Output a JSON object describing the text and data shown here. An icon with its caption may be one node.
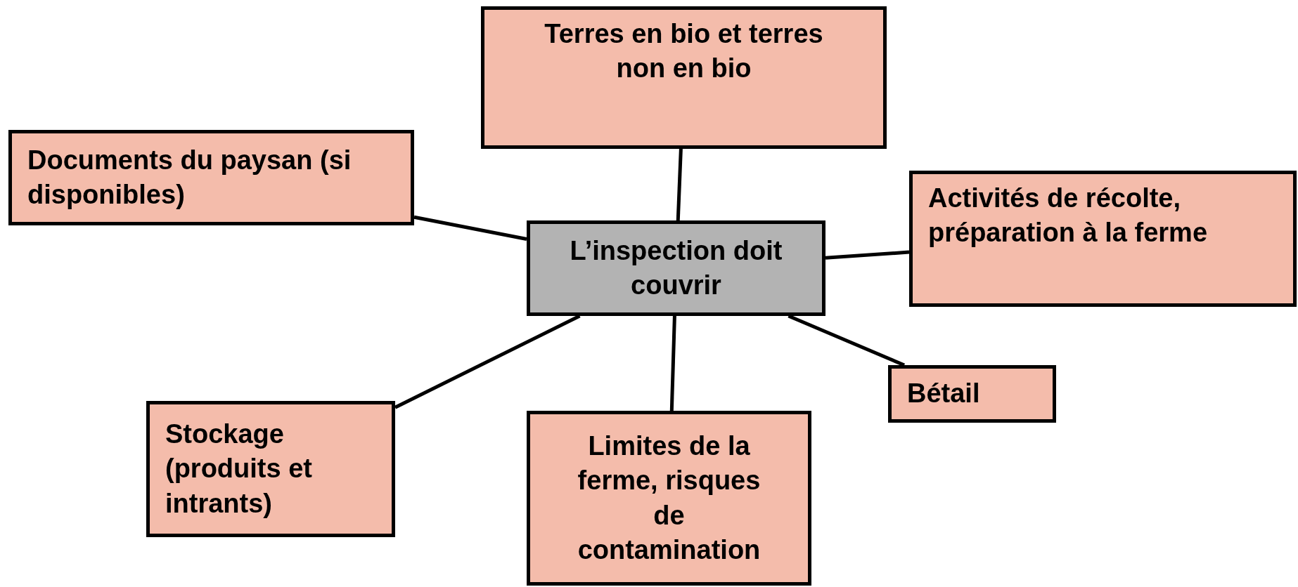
{
  "diagram": {
    "nodes": [
      {
        "text": [
          "Terres en bio et terres non en bio"
        ]
      },
      {
        "text": [
          "Documents du paysan (si disponibles)"
        ]
      },
      {
        "text": [
          "L’inspection doit couvrir"
        ]
      },
      {
        "text": [
          "Activités de récolte, préparation à la ferme"
        ]
      },
      {
        "text": [
          "Bétail"
        ]
      },
      {
        "text": [
          "Stockage (produits et intrants)"
        ]
      },
      {
        "text": [
          "Limites de la ferme, risques de contamination"
        ]
      }
    ],
    "edges": [
      {
        "from": 2,
        "to": 0,
        "arrow": "none"
      },
      {
        "from": 2,
        "to": 1,
        "arrow": "none"
      },
      {
        "from": 2,
        "to": 3,
        "arrow": "none"
      },
      {
        "from": 2,
        "to": 4,
        "arrow": "none"
      },
      {
        "from": 2,
        "to": 5,
        "arrow": "none"
      },
      {
        "from": 2,
        "to": 6,
        "arrow": "none"
      }
    ]
  }
}
